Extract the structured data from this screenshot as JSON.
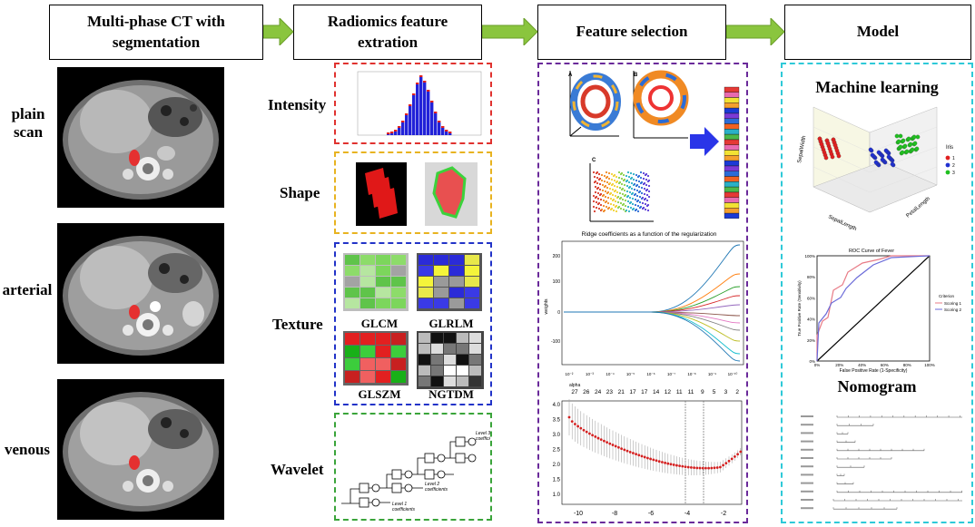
{
  "stages": [
    {
      "line1": "Multi-phase CT with",
      "line2": "segmentation"
    },
    {
      "line1": "Radiomics feature",
      "line2": "extration"
    },
    {
      "line1": "Feature selection",
      "line2": ""
    },
    {
      "line1": "Model",
      "line2": ""
    }
  ],
  "ct_phases": [
    "plain\nscan",
    "arterial",
    "venous"
  ],
  "features": {
    "intensity": "Intensity",
    "shape": "Shape",
    "texture": "Texture",
    "wavelet": "Wavelet",
    "texture_matrices": [
      "GLCM",
      "GLRLM",
      "GLSZM",
      "NGTDM"
    ]
  },
  "feature_selection": {
    "panel_a": "A",
    "panel_b": "B",
    "panel_c": "C",
    "ridge_title": "Ridge coefficients as a function of the regularization",
    "ridge_ylabel": "weights",
    "ridge_xlabel": "alpha",
    "ridge_yticks": [
      "200",
      "100",
      "0",
      "-100"
    ],
    "ridge_xticks": [
      "10⁻²",
      "10⁻³",
      "10⁻⁴",
      "10⁻⁵",
      "10⁻⁶",
      "10⁻⁷",
      "10⁻⁸",
      "10⁻⁹",
      "10⁻¹⁰"
    ],
    "lasso_top_ticks": [
      "27",
      "26",
      "24",
      "23",
      "21",
      "17",
      "17",
      "14",
      "12",
      "11",
      "11",
      "9",
      "5",
      "3",
      "2"
    ],
    "lasso_yticks": [
      "4.0",
      "3.5",
      "3.0",
      "2.5",
      "2.0",
      "1.5",
      "1.0"
    ],
    "lasso_xticks": [
      "-10",
      "-8",
      "-6",
      "-4",
      "-2"
    ]
  },
  "model": {
    "ml_title": "Machine learning",
    "scatter_xlabel": "SepalLength",
    "scatter_ylabel": "PetalLength",
    "scatter_zlabel": "SepalWidth",
    "scatter_legend_title": "Iris",
    "scatter_legend": [
      "1",
      "2",
      "3"
    ],
    "roc_title": "ROC Curve of Fever",
    "roc_xlabel": "False Positive Rate (1-Specificity)",
    "roc_ylabel": "True Positive Rate (Sensitivity)",
    "roc_legend_title": "Criterion",
    "roc_legend": [
      "Scoring 1",
      "Scoring 2"
    ],
    "roc_ticks": [
      "0%",
      "20%",
      "40%",
      "60%",
      "80%",
      "100%"
    ],
    "nomogram_title": "Nomogram"
  },
  "colors": {
    "intensity_border": "#e0322f",
    "shape_border": "#e8b320",
    "texture_border": "#2233c8",
    "wavelet_border": "#3aa43a",
    "feature_selection_border": "#6a2a9a",
    "model_border": "#2ec9d8",
    "arrow_fill": "#8ac53e"
  }
}
